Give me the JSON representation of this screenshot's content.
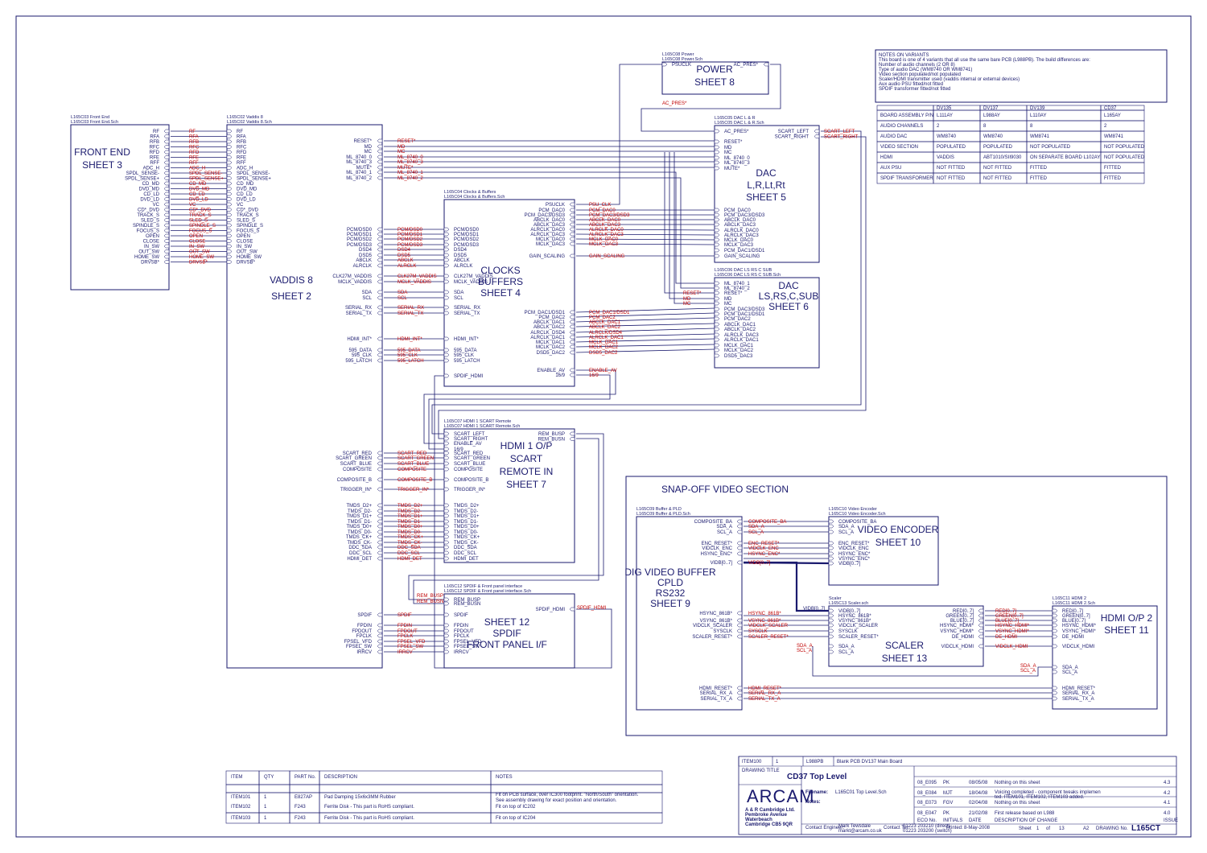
{
  "sheets": {
    "front_end": {
      "h1": "L165C03 Front End",
      "h2": "L165C03 Front End.Sch",
      "title": [
        "FRONT END",
        "SHEET 3"
      ],
      "pins": [
        "RF",
        "RFA",
        "RFB",
        "RFC",
        "RFD",
        "RFE",
        "RFF",
        "ADC_H",
        "SPDL_SENSE-",
        "SPDL_SENSE+",
        "CD_MD",
        "DVD_MD",
        "CD_LD",
        "DVD_LD",
        "VC",
        "CD*_DVD",
        "TRACK_S",
        "SLED_S",
        "SPINDLE_S",
        "FOCUS_S",
        "OPEN",
        "CLOSE",
        "IN_SW",
        "OUT_SW",
        "HOME_SW",
        "DRVSB*"
      ]
    },
    "vaddis": {
      "h1": "L165C02 Vaddis 8",
      "h2": "L165C02 Vaddis 8.Sch",
      "title": [
        "VADDIS 8",
        "SHEET 2"
      ],
      "right_pins": [
        "RESET*",
        "MD",
        "MC",
        "ML_8740_0",
        "ML_8740_3",
        "MUTE*",
        "ML_8740_1",
        "ML_8740_2",
        "PCM/DSD0",
        "PCM/DSD1",
        "PCM/DSD2",
        "PCM/DSD3",
        "DSD4",
        "DSD5",
        "ABCLK",
        "ALRCLK",
        "CLK27M_VADDIS",
        "MCLK_VADDIS",
        "SDA",
        "SCL",
        "SERIAL_RX",
        "SERIAL_TX",
        "HDMI_INT*",
        "595_DATA",
        "595_CLK",
        "595_LATCH",
        "SCART_RED",
        "SCART_GREEN",
        "SCART_BLUE",
        "COMPOSITE",
        "COMPOSITE_B",
        "TRIGGER_IN*",
        "TMDS_D2+",
        "TMDS_D2-",
        "TMDS_D1+",
        "TMDS_D1-",
        "TMDS_D0+",
        "TMDS_D0-",
        "TMDS_CK+",
        "TMDS_CK-",
        "DDC_SDA",
        "DDC_SCL",
        "HDMI_DET",
        "SPDIF",
        "FPDIN",
        "FPDOUT",
        "FPCLK",
        "FPSEL_VFD",
        "FPSEL_SW",
        "IRRCV"
      ],
      "nets": [
        "RESET*",
        "MD",
        "MC",
        "ML_8740_0",
        "ML_8740_3",
        "MUTE*",
        "ML_8740_1",
        "ML_8740_2",
        "PCM/DSD0",
        "PCM/DSD1",
        "PCM/DSD2",
        "PCM/DSD3",
        "DSD4",
        "DSD5",
        "ABCLK",
        "ALRCLK",
        "CLK27M_VADDIS",
        "MCLK_VADDIS",
        "SDA",
        "SCL",
        "SERIAL_RX",
        "SERIAL_TX",
        "HDMI_INT*",
        "595_DATA",
        "595_CLK",
        "595_LATCH",
        "SCART_RED",
        "SCART_GREEN",
        "SCART_BLUE",
        "COMPOSITE",
        "COMPOSITE_B",
        "TRIGGER_IN*",
        "TMDS_D2+",
        "TMDS_D2-",
        "TMDS_D1+",
        "TMDS_D1-",
        "TMDS_D0+",
        "TMDS_D0-",
        "TMDS_CK+",
        "TMDS_CK-",
        "DDC_SDA",
        "DDC_SCL",
        "HDMI_DET",
        "SPDIF",
        "FPDIN",
        "FPDOUT",
        "FPCLK",
        "FPSEL_VFD",
        "FPSEL_SW",
        "IRRCV"
      ]
    },
    "power": {
      "h1": "L165C08 Power",
      "h2": "L165C08 Power.Sch",
      "title": [
        "POWER",
        "SHEET 8"
      ],
      "pins": [
        "PSUCLK",
        "AC_PRES*"
      ]
    },
    "dac": {
      "h1": "L165C05 DAC L & R",
      "h2": "L165C05 DAC L & R.Sch",
      "title": [
        "DAC",
        "L,R,Lt,Rt",
        "SHEET 5"
      ],
      "pins": [
        "AC_PRES*",
        "RESET*",
        "MD",
        "MC",
        "ML_8740_0",
        "ML_8740_3",
        "MUTE*",
        "PCM_DAC0",
        "PCM_DAC3/DSD3",
        "ABCLK_DAC0",
        "ABCLK_DAC3",
        "ALRCLK_DAC0",
        "ALRCLK_DAC3",
        "MCLK_DAC0",
        "MCLK_DAC3",
        "PCM_DAC1/DSD1",
        "GAIN_SCALING"
      ],
      "right_pins": [
        "SCART_LEFT",
        "SCART_RIGHT"
      ]
    },
    "clocks": {
      "h1": "L165C04 Clocks & Buffers",
      "h2": "L165C04 Clocks & Buffers.Sch",
      "title": [
        "CLOCKS",
        "BUFFERS",
        "SHEET 4"
      ],
      "left_pins": [
        "PCM/DSD0",
        "PCM/DSD1",
        "PCM/DSD2",
        "PCM/DSD3",
        "DSD4",
        "DSD5",
        "ABCLK",
        "ALRCLK",
        "CLK27M_VADDIS",
        "MCLK_VADDIS",
        "SDA",
        "SCL",
        "SERIAL_RX",
        "SERIAL_TX",
        "HDMI_INT*",
        "595_DATA",
        "595_CLK",
        "595_LATCH",
        "SPDIF_HDMI"
      ],
      "right_pins": [
        "PSUCLK",
        "PCM_DAC0",
        "PCM_DAC3/DSD3",
        "ABCLK_DAC0",
        "ABCLK_DAC3",
        "ALRCLK_DAC0",
        "ALRCLK_DAC3",
        "MCLK_DAC0",
        "MCLK_DAC3",
        "GAIN_SCALING",
        "PCM_DAC1/DSD1",
        "PCM_DAC2",
        "ABCLK_DAC1",
        "ABCLK_DAC2",
        "ALRCLK_DSD4",
        "ALRCLK_DAC1",
        "MCLK_DAC1",
        "MCLK_DAC2",
        "DSD5_DAC2",
        "ENABLE_AV",
        "16/9"
      ],
      "nets": [
        "PSU_CLK",
        "PCM_DAC0",
        "PCM_DAC3/DSD3",
        "ABCLK_DAC0",
        "ABCLK_DAC3",
        "ALRCLK_DAC0",
        "ALRCLK_DAC3",
        "MCLK_DAC0",
        "MCLK_DAC3",
        "GAIN_SCALING",
        "PCM_DAC1/DSD1",
        "PCM_DAC2",
        "ABCLK_DAC1",
        "ABCLK_DAC2",
        "ALRCLK/DSD4",
        "ALRCLK_DAC1",
        "MCLK_DAC1",
        "MCLK_DAC2",
        "DSD5_DAC2",
        "ENABLE_AV",
        "16/9"
      ]
    },
    "dac2": {
      "h1": "L165C06 DAC LS RS C SUB",
      "h2": "L165C06 DAC LS RS C SUB.Sch",
      "title": [
        "DAC",
        "LS,RS,C,SUB",
        "SHEET 6"
      ],
      "pins": [
        "ML_8740_1",
        "ML_8740_2",
        "RESET*",
        "MD",
        "MC",
        "PCM_DAC3/DSD3",
        "PCM_DAC1/DSD1",
        "PCM_DAC2",
        "ABCLK_DAC1",
        "ABCLK_DAC2",
        "ALRCLK_DAC3",
        "ALRCLK_DAC1",
        "MCLK_DAC1",
        "MCLK_DAC2",
        "DSD5_DAC3"
      ],
      "nets": [
        "RESET*",
        "MD",
        "MC"
      ]
    },
    "hdmi1": {
      "h1": "L165C07 HDMI 1 SCART Remote",
      "h2": "L165C07 HDMI 1 SCART Remote.Sch",
      "title": [
        "HDMI 1 O/P",
        "SCART",
        "REMOTE IN",
        "SHEET 7"
      ],
      "left_pins": [
        "SCART_LEFT",
        "SCART_RIGHT",
        "ENABLE_AV",
        "16/9",
        "SCART_RED",
        "SCART_GREEN",
        "SCART_BLUE",
        "COMPOSITE",
        "COMPOSITE_B",
        "TRIGGER_IN*",
        "TMDS_D2+",
        "TMDS_D2-",
        "TMDS_D1+",
        "TMDS_D1-",
        "TMDS_D0+",
        "TMDS_D0-",
        "TMDS_CK+",
        "TMDS_CK-",
        "DDC_SDA",
        "DDC_SCL",
        "HDMI_DET"
      ],
      "right_pins": [
        "REM_BUSP",
        "REM_BUSN"
      ]
    },
    "spdif": {
      "h1": "L165C12 SPDIF & Front panel interface",
      "h2": "L165C12 SPDIF & Front panel interface.Sch",
      "title": [
        "SHEET 12",
        "SPDIF",
        "FRONT PANEL I/F"
      ],
      "left_pins": [
        "REM_BUSP",
        "REM_BUSN",
        "SPDIF",
        "FPDIN",
        "FPDOUT",
        "FPCLK",
        "FPSEL_VFD",
        "FPSEL_SW",
        "IRRCV"
      ],
      "right_pins": [
        "SPDIF_HDMI"
      ],
      "nets": [
        "REM_BUSP",
        "REM_BUSN",
        "SPDIF_HDMI"
      ]
    },
    "snapoff": {
      "title": "SNAP-OFF VIDEO SECTION"
    },
    "buffer": {
      "h1": "L165C09 Buffer & PLD",
      "h2": "L165C09 Buffer & PLD.Sch",
      "title": [
        "DIG VIDEO BUFFER",
        "CPLD",
        "RS232",
        "SHEET 9"
      ],
      "pins": [
        "COMPOSITE_BA",
        "SDA_A",
        "SCL_A",
        "ENC_RESET*",
        "VIDCLK_ENC",
        "HSYNC_ENC*",
        "VIDB[0..7]",
        "HSYNC_861B*",
        "VSYNC_861B*",
        "VIDCLK_SCALER",
        "SYSCLK",
        "SCALER_RESET*",
        "HDMI_RESET*",
        "SERIAL_RX_A",
        "SERIAL_TX_A"
      ]
    },
    "encoder": {
      "h1": "L165C10 Video Encoder",
      "h2": "L165C10 Video Encoder.Sch",
      "title": [
        "VIDEO ENCODER",
        "SHEET 10"
      ],
      "pins": [
        "COMPOSITE_BA",
        "SDA_A",
        "SCL_A",
        "ENC_RESET*",
        "VIDCLK_ENC",
        "HSYNC_ENC*",
        "VSYNC_ENC*",
        "VIDB[0..7]"
      ]
    },
    "scaler": {
      "h1": "Scaler",
      "h2": "L165C13 Scaler.sch",
      "title": [
        "SCALER",
        "SHEET 13"
      ],
      "left_pins": [
        "VIDB[0..7]",
        "HSYNC_861B*",
        "VSYNC_861B*",
        "VIDCLK_SCALER",
        "SYSCLK",
        "SCALER_RESET*",
        "SDA_A",
        "SCL_A"
      ],
      "right_pins": [
        "RED[0..7]",
        "GREEN[0..7]",
        "BLUE[0..7]",
        "HSYNC_HDMI*",
        "VSYNC_HDMI*",
        "DE_HDMI",
        "VIDCLK_HDMI"
      ]
    },
    "hdmi2": {
      "h1": "L165C11 HDMI 2",
      "h2": "L165C11 HDMI 2.Sch",
      "title": [
        "HDMI O/P 2",
        "SHEET 11"
      ],
      "pins": [
        "RED[0..7]",
        "GREEN[0..7]",
        "BLUE[0..7]",
        "HSYNC_HDMI*",
        "VSYNC_HDMI*",
        "DE_HDMI",
        "VIDCLK_HDMI",
        "SDA_A",
        "SCL_A",
        "HDMI_RESET*",
        "SERIAL_RX_A",
        "SERIAL_TX_A"
      ]
    }
  },
  "notes": {
    "lines": [
      "NOTES ON VARIANTS",
      "This board is one of 4 variants that all use the same bare PCB (L988PB). The build differences are:",
      "Number of audio channels (2 OR 8)",
      "Type of audio DAC (WM8740 OR WM8741)",
      "Video section populated/not populated",
      "Scaler/HDMI transmitter used (vaddis internal or external devices)",
      "Aux audio PSU fitted/not fitted",
      "SPDIF transformer fitted/not fitted"
    ]
  },
  "variants": {
    "header": [
      "",
      "DV135",
      "DV137",
      "DV139",
      "CD37"
    ],
    "rows": [
      [
        "BOARD ASSEMBLY P/N",
        "L111AY",
        "L988AY",
        "L110AY",
        "L165AY"
      ],
      [
        "AUDIO CHANNELS",
        "2",
        "8",
        "8",
        "2"
      ],
      [
        "AUDIO DAC",
        "WM8740",
        "WM8740",
        "WM8741",
        "WM8741"
      ],
      [
        "VIDEO SECTION",
        "POPULATED",
        "POPULATED",
        "NOT POPULATED",
        "NOT POPULATED"
      ],
      [
        "HDMI",
        "VADDIS",
        "ABT1010/SII9030",
        "ON SEPARATE BOARD L102AY",
        "NOT POPULATED"
      ],
      [
        "AUX PSU",
        "NOT FITTED",
        "NOT FITTED",
        "FITTED",
        "FITTED"
      ],
      [
        "SPDIF TRANSFORMER",
        "NOT FITTED",
        "NOT FITTED",
        "FITTED",
        "FITTED"
      ]
    ]
  },
  "bom": {
    "header": [
      "ITEM",
      "QTY",
      "PART No.",
      "DESCRIPTION",
      "NOTES"
    ],
    "rows": [
      [
        "ITEM101",
        "1",
        "E827AP",
        "Pad Damping 15x6x3MM Rubber",
        "Fit on PCB surface, over IC300 footprint. \"North/South\" orientation. See assembly drawing for exact position and orientation."
      ],
      [
        "ITEM102",
        "1",
        "F243",
        "Ferrite Disk - This part is RoHS compliant.",
        "Fit on top of IC202"
      ],
      [
        "ITEM103",
        "1",
        "F243",
        "Ferrite Disk - This part is RoHS compliant.",
        "Fit on top of IC204"
      ]
    ]
  },
  "title_block": {
    "item_row": [
      "ITEM100",
      "1",
      "L988PB",
      "Blank PCB DV137 Main Board"
    ],
    "drawing_title_label": "DRAWING TITLE",
    "drawing_title": "CD37 Top Level",
    "logo": "ARCAM",
    "company": [
      "A & R Cambridge Ltd.",
      "Pembroke Avenue",
      "Waterbeach",
      "Cambridge CB5 9QR"
    ],
    "filename_label": "Filename:",
    "filename": "L165C01 Top Level.Sch",
    "notes_label": "Notes:",
    "engineer_label": "Contact Engineer:",
    "engineer": [
      "Mark Tewsdale",
      "markt@arcam.co.uk"
    ],
    "tel_label": "Contact Tel:",
    "tel": [
      "01223 203210 (direct)",
      "01223 203200 (switch)"
    ],
    "printed_label": "Printed:",
    "printed": "8-May-2008",
    "sheet_label": "Sheet",
    "sheet": "1",
    "of": "of",
    "sheets": "13",
    "size": "A2",
    "drawing_no_label": "DRAWING No.",
    "drawing_no": "L165CT",
    "revisions": [
      [
        "08_E095",
        "PK",
        "08/05/08",
        "Nothing on this sheet",
        "4.3"
      ],
      [
        "08_E084",
        "MJT",
        "18/04/08",
        "Voicing completed - component tweaks implemented. ITEM101, ITEM102, ITEM103 added.",
        "4.2"
      ],
      [
        "08_E073",
        "FGV",
        "02/04/08",
        "Nothing on this sheet",
        "4.1"
      ],
      [
        "08_E047",
        "PK",
        "21/02/08",
        "First release based on L988",
        "4.0"
      ]
    ],
    "rev_header": [
      "ECO No.",
      "INITIALS",
      "DATE",
      "DESCRIPTION OF CHANGE",
      "ISSUE"
    ]
  }
}
